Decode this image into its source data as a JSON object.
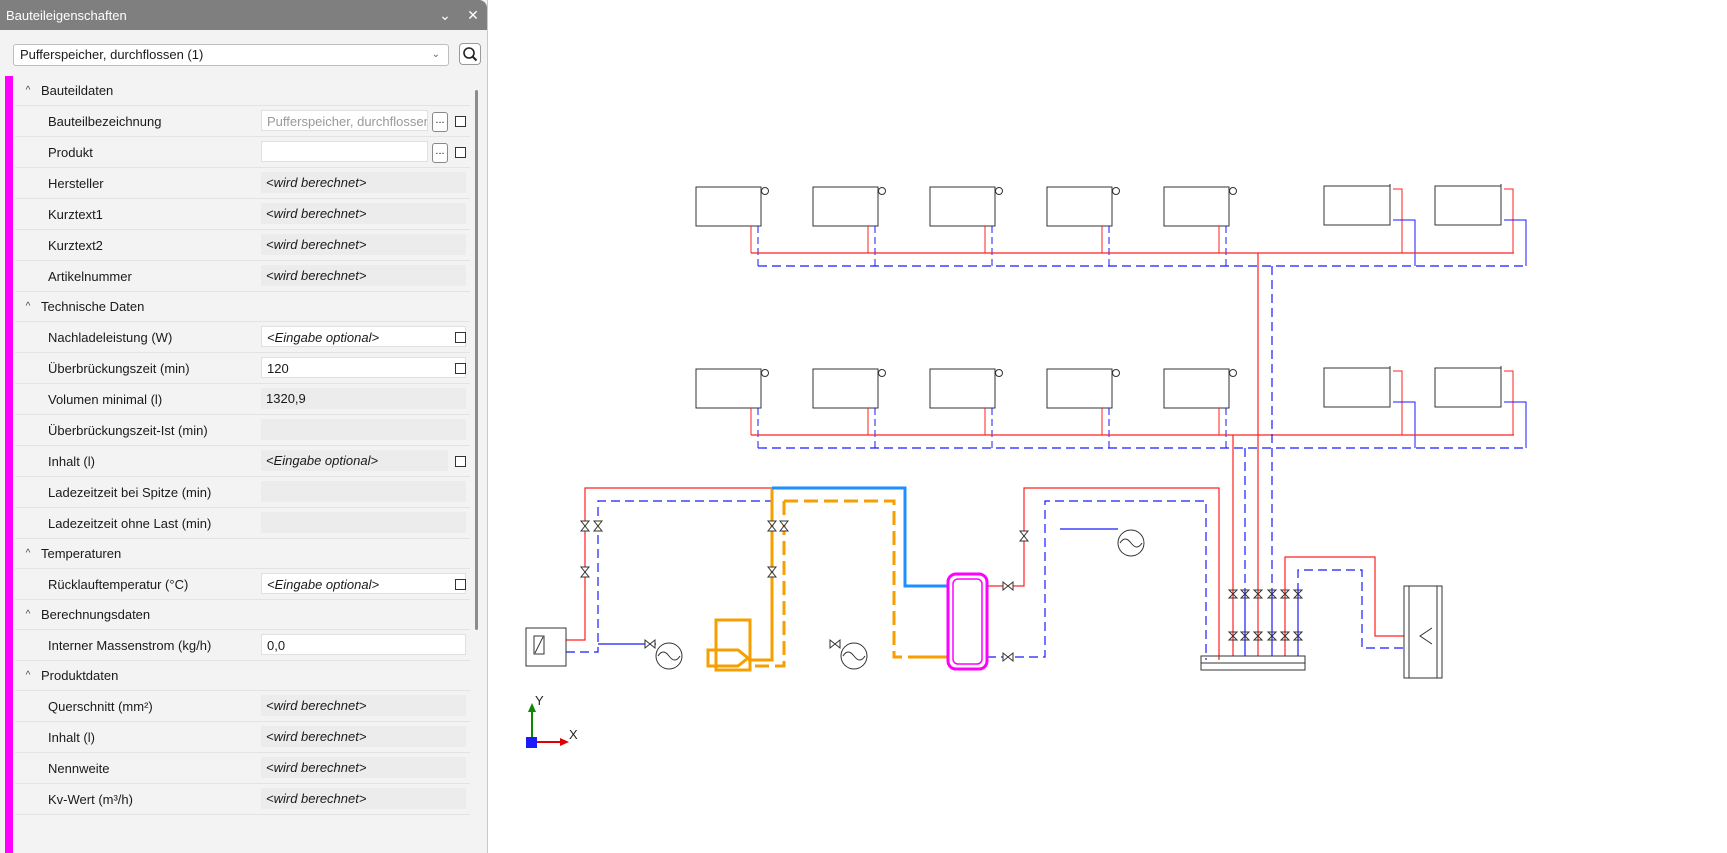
{
  "panel": {
    "title": "Bauteileigenschaften",
    "selector_value": "Pufferspeicher, durchflossen (1)",
    "sections": [
      {
        "title": "Bauteildaten",
        "rows": [
          {
            "label": "Bauteilbezeichnung",
            "value": "Pufferspeicher, durchflossen",
            "style": "gray-white",
            "dots": true,
            "checkbox": true
          },
          {
            "label": "Produkt",
            "value": "",
            "style": "white",
            "dots": true,
            "checkbox": true
          },
          {
            "label": "Hersteller",
            "value": "<wird berechnet>",
            "style": "italic"
          },
          {
            "label": "Kurztext1",
            "value": "<wird berechnet>",
            "style": "italic"
          },
          {
            "label": "Kurztext2",
            "value": "<wird berechnet>",
            "style": "italic"
          },
          {
            "label": "Artikelnummer",
            "value": "<wird berechnet>",
            "style": "italic"
          }
        ]
      },
      {
        "title": "Technische Daten",
        "rows": [
          {
            "label": "Nachladeleistung (W)",
            "value": "<Eingabe optional>",
            "style": "italic-white",
            "checkbox": true
          },
          {
            "label": "Überbrückungszeit (min)",
            "value": "120",
            "style": "white",
            "checkbox": true
          },
          {
            "label": "Volumen minimal (l)",
            "value": "1320,9",
            "style": "plain"
          },
          {
            "label": "Überbrückungszeit-Ist (min)",
            "value": "",
            "style": "plain"
          },
          {
            "label": "Inhalt (l)",
            "value": "<Eingabe optional>",
            "style": "italic-narrow",
            "checkbox": true
          },
          {
            "label": "Ladezeitzeit bei Spitze (min)",
            "value": "",
            "style": "plain"
          },
          {
            "label": "Ladezeitzeit ohne Last (min)",
            "value": "",
            "style": "plain"
          }
        ]
      },
      {
        "title": "Temperaturen",
        "rows": [
          {
            "label": "Rücklauftemperatur (°C)",
            "value": "<Eingabe optional>",
            "style": "italic-white",
            "checkbox": true
          }
        ]
      },
      {
        "title": "Berechnungsdaten",
        "rows": [
          {
            "label": "Interner Massenstrom (kg/h)",
            "value": "0,0",
            "style": "white"
          }
        ]
      },
      {
        "title": "Produktdaten",
        "rows": [
          {
            "label": "Querschnitt (mm²)",
            "value": "<wird berechnet>",
            "style": "italic"
          },
          {
            "label": "Inhalt (l)",
            "value": "<wird berechnet>",
            "style": "italic"
          },
          {
            "label": "Nennweite",
            "value": "<wird berechnet>",
            "style": "italic"
          },
          {
            "label": "Kv-Wert (m³/h)",
            "value": "<wird berechnet>",
            "style": "italic"
          }
        ]
      }
    ]
  },
  "cad": {
    "axis_labels": {
      "y": "Y",
      "x": "X"
    },
    "colors": {
      "supply": "#ff2020",
      "return": "#1a1aff",
      "hot_circuit": "#f5a000",
      "cold_circuit": "#1e8fff",
      "selected": "#ff00ff",
      "symbol": "#333333"
    }
  }
}
